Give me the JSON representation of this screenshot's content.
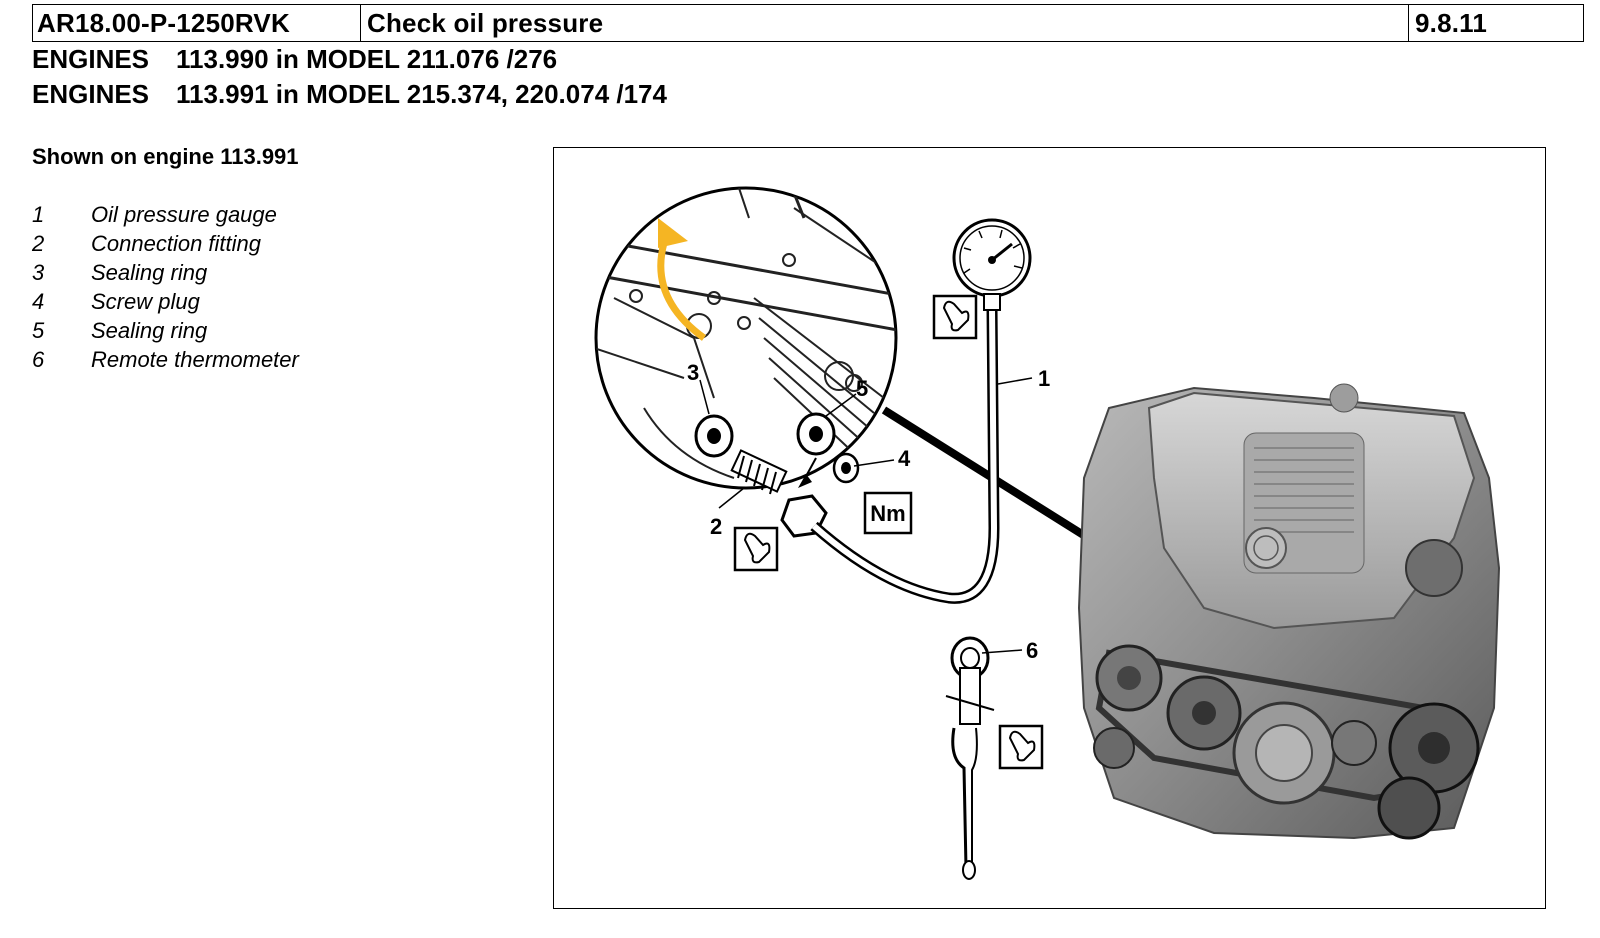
{
  "header": {
    "code": "AR18.00-P-1250RVK",
    "title": "Check oil pressure",
    "date": "9.8.11"
  },
  "engines": [
    {
      "label": "ENGINES",
      "text": "113.990 in MODEL 211.076 /276"
    },
    {
      "label": "ENGINES",
      "text": "113.991 in MODEL 215.374, 220.074 /174"
    }
  ],
  "shown_on": "Shown on engine 113.991",
  "legend": [
    {
      "num": "1",
      "text": "Oil pressure gauge"
    },
    {
      "num": "2",
      "text": "Connection fitting"
    },
    {
      "num": "3",
      "text": "Sealing ring"
    },
    {
      "num": "4",
      "text": "Screw plug"
    },
    {
      "num": "5",
      "text": "Sealing ring"
    },
    {
      "num": "6",
      "text": "Remote thermometer"
    }
  ],
  "figure": {
    "callouts": [
      "1",
      "2",
      "3",
      "4",
      "5",
      "6"
    ],
    "torque_symbol": "Nm",
    "arrow_color": "#f5b523",
    "icons": [
      "special-tool-icon",
      "torque-symbol-icon",
      "oil-pressure-gauge-icon",
      "remote-thermometer-icon",
      "engine-illustration"
    ]
  }
}
